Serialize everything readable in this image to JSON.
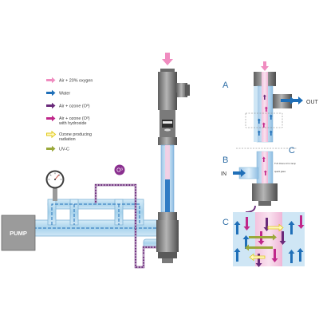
{
  "legend": [
    {
      "label": "Air + 20% oxygen",
      "color": "#f08cc0",
      "style": "arrow"
    },
    {
      "label": "Water",
      "color": "#1f6fb8",
      "style": "arrow"
    },
    {
      "label": "Air + ozone (O³)",
      "color": "#6a2a7a",
      "style": "arrow"
    },
    {
      "label": "Air + ozone (O³)",
      "label2": "with hydroxide",
      "color": "#c0278a",
      "style": "arrow"
    },
    {
      "label": "Ozone producing",
      "label2": "radiation",
      "color": "#f0e040",
      "style": "hollow"
    },
    {
      "label": "UV-C",
      "color": "#9aa83a",
      "style": "arrow"
    }
  ],
  "pump_label": "PUMP",
  "ozone_badge": "O³",
  "panel_a": {
    "label": "A",
    "out_label": "OUT",
    "section_label": "C"
  },
  "panel_b": {
    "label": "B",
    "in_label": "IN",
    "lamp_label": "TUV Ozone UV-C lamp",
    "glass_label": "quartz glass"
  },
  "panel_c": {
    "label": "C"
  },
  "colors": {
    "water": "#1f6fb8",
    "air": "#f08cc0",
    "ozone": "#6a2a7a",
    "hydroxide": "#c0278a",
    "uvc": "#9aa83a",
    "radiation": "#f0e040",
    "pipe": "#b8dcef",
    "housing": "#8a8a8a"
  }
}
